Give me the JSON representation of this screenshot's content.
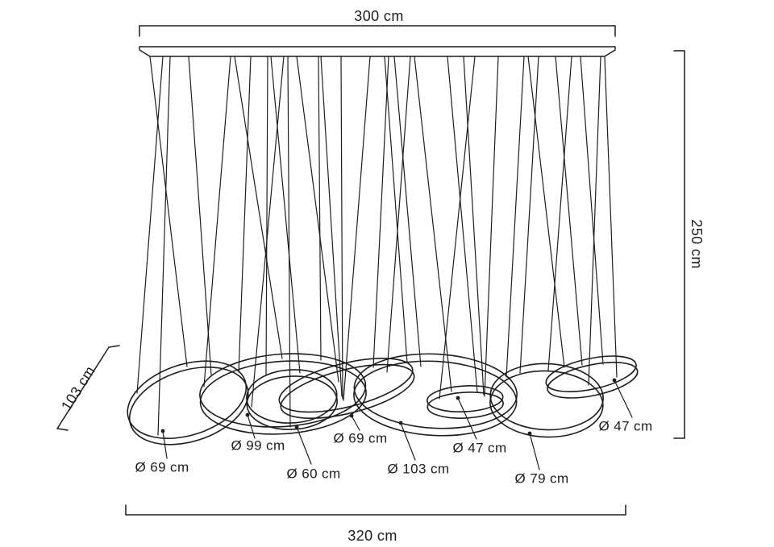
{
  "diagram": {
    "type": "product-dimension-drawing",
    "subject": "multi-ring pendant chandelier",
    "colors": {
      "line": "#1d1d1b",
      "background": "#ffffff"
    },
    "dimensions": {
      "top": {
        "label": "300 cm"
      },
      "right": {
        "label": "250 cm"
      },
      "left_diagonal": {
        "label": "103 cm"
      },
      "bottom": {
        "label": "320 cm"
      }
    },
    "rings": [
      {
        "label": "Ø 69 cm",
        "diameter_cm": 69
      },
      {
        "label": "Ø 99 cm",
        "diameter_cm": 99
      },
      {
        "label": "Ø 60 cm",
        "diameter_cm": 60
      },
      {
        "label": "Ø 69 cm",
        "diameter_cm": 69
      },
      {
        "label": "Ø 103 cm",
        "diameter_cm": 103
      },
      {
        "label": "Ø 47 cm",
        "diameter_cm": 47
      },
      {
        "label": "Ø 79 cm",
        "diameter_cm": 79
      },
      {
        "label": "Ø 47 cm",
        "diameter_cm": 47
      }
    ]
  }
}
